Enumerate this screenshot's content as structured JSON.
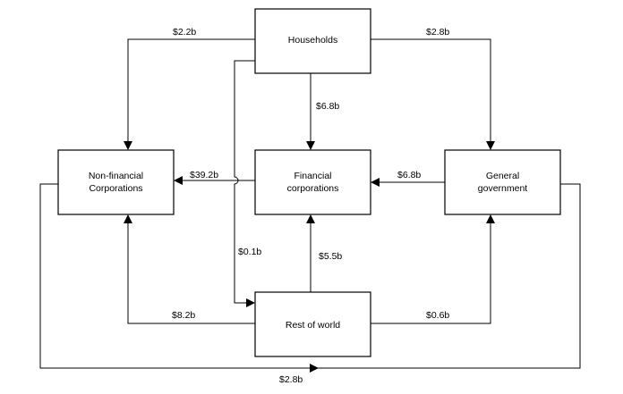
{
  "nodes": {
    "households": {
      "lines": [
        "Households"
      ]
    },
    "non_financial": {
      "lines": [
        "Non-financial",
        "Corporations"
      ]
    },
    "financial": {
      "lines": [
        "Financial",
        "corporations"
      ]
    },
    "general_government": {
      "lines": [
        "General",
        "government"
      ]
    },
    "rest_of_world": {
      "lines": [
        "Rest of world"
      ]
    }
  },
  "flows": {
    "households_to_non_financial": "$2.2b",
    "households_to_general_government": "$2.8b",
    "households_to_financial": "$6.8b",
    "financial_to_non_financial": "$39.2b",
    "general_government_to_financial": "$6.8b",
    "households_to_rest_of_world": "$0.1b",
    "rest_of_world_to_financial": "$5.5b",
    "rest_of_world_to_non_financial": "$8.2b",
    "rest_of_world_to_general_government": "$0.6b",
    "corporations_government_loop": "$2.8b"
  },
  "colors": {
    "stroke": "#000000",
    "background": "#ffffff"
  }
}
